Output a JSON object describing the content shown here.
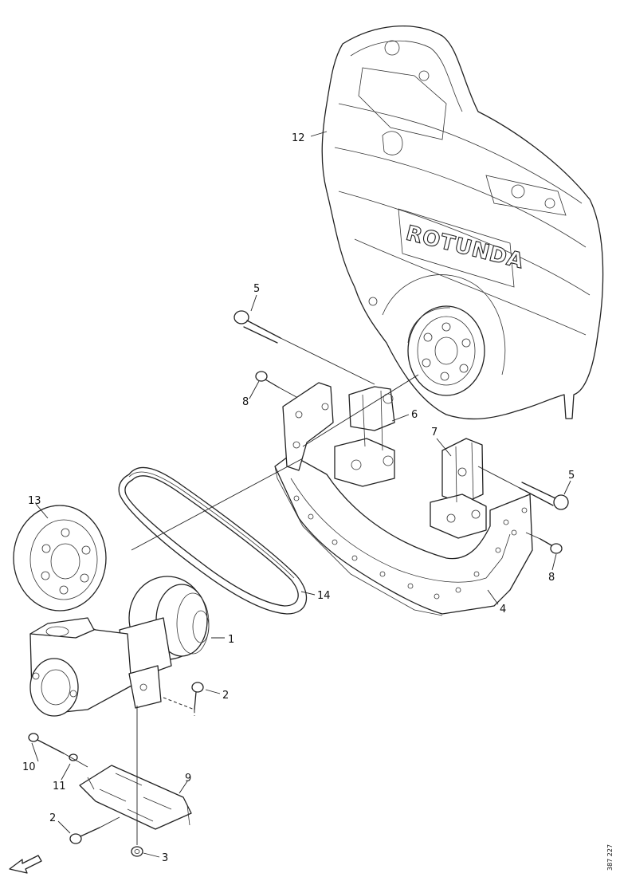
{
  "diagram": {
    "brand_text": "ROTUNDA",
    "reference_number": "387 227",
    "callouts": {
      "c1": "1",
      "c2a": "2",
      "c2b": "2",
      "c3": "3",
      "c4": "4",
      "c5a": "5",
      "c5b": "5",
      "c6": "6",
      "c7": "7",
      "c8a": "8",
      "c8b": "8",
      "c9": "9",
      "c10": "10",
      "c11": "11",
      "c12": "12",
      "c13": "13",
      "c14": "14"
    },
    "direction_icon": "forward-arrow-icon"
  }
}
